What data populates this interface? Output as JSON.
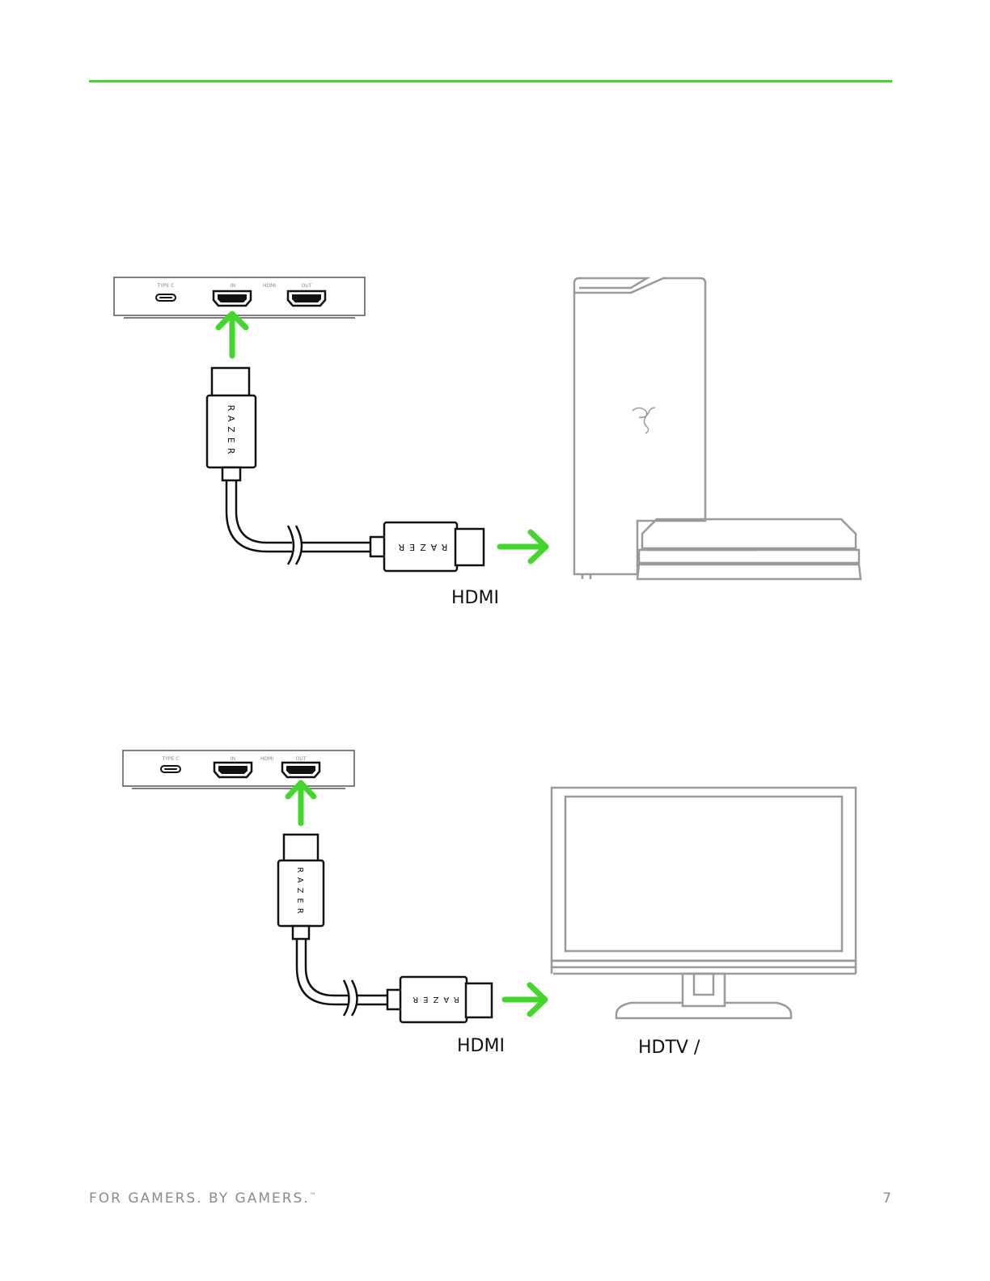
{
  "colors": {
    "accent": "#44d62c",
    "line_art": "#9a9a9a",
    "ink": "#111111",
    "footer": "#8c8c8c"
  },
  "diagram1": {
    "device_ports": {
      "type_c": "TYPE C",
      "in": "IN",
      "group": "HDMI",
      "out": "OUT"
    },
    "cable_brand": "RAZER",
    "label": "HDMI"
  },
  "diagram2": {
    "device_ports": {
      "type_c": "TYPE C",
      "in": "IN",
      "group": "HDMI",
      "out": "OUT"
    },
    "cable_brand": "RAZER",
    "label": "HDMI",
    "display_label": "HDTV /"
  },
  "footer": {
    "tagline": "FOR GAMERS. BY GAMERS.",
    "trademark": "™",
    "page_number": "7"
  }
}
